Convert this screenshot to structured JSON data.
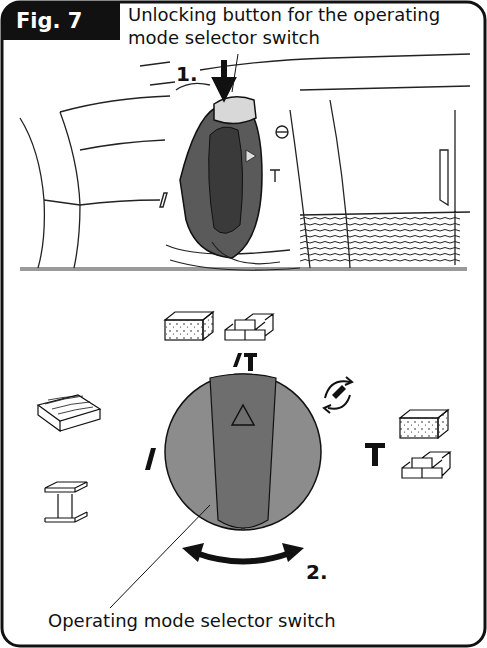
{
  "diagram": {
    "nodes": [
      {
        "text": [
          "Fig. 7"
        ]
      }
    ],
    "labels": [
      "Unlocking button for the operating mode selector switch",
      "1.",
      "2.",
      "Operating mode selector switch"
    ]
  }
}
